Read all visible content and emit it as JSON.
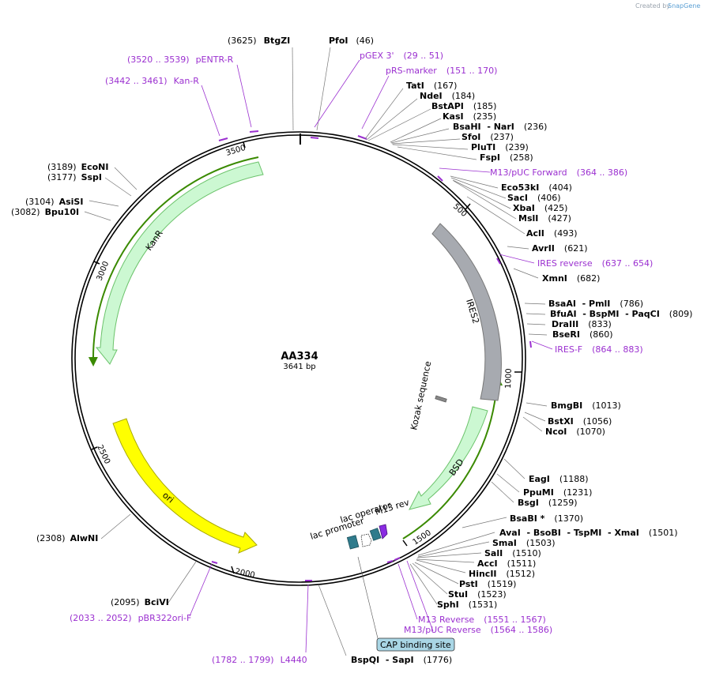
{
  "credit": {
    "prefix": "Created by",
    "brand": "SnapGene"
  },
  "plasmid": {
    "name": "AA334",
    "length_label": "3641 bp"
  },
  "ticks": [
    "500",
    "1000",
    "1500",
    "2000",
    "2500",
    "3000",
    "3500"
  ],
  "enzymes": [
    {
      "pos": "(3625)",
      "name": "BtgZI"
    },
    {
      "pos": "(46)",
      "name": "PfoI"
    },
    {
      "pos": "(167)",
      "name": "TatI"
    },
    {
      "pos": "(184)",
      "name": "NdeI"
    },
    {
      "pos": "(185)",
      "name": "BstAPI"
    },
    {
      "pos": "(235)",
      "name": "KasI"
    },
    {
      "pos": "(236)",
      "name": "BsaHI  - NarI"
    },
    {
      "pos": "(237)",
      "name": "SfoI"
    },
    {
      "pos": "(239)",
      "name": "PluTI"
    },
    {
      "pos": "(258)",
      "name": "FspI"
    },
    {
      "pos": "(404)",
      "name": "Eco53kI"
    },
    {
      "pos": "(406)",
      "name": "SacI"
    },
    {
      "pos": "(425)",
      "name": "XbaI"
    },
    {
      "pos": "(427)",
      "name": "MslI"
    },
    {
      "pos": "(493)",
      "name": "AclI"
    },
    {
      "pos": "(621)",
      "name": "AvrII"
    },
    {
      "pos": "(682)",
      "name": "XmnI"
    },
    {
      "pos": "(786)",
      "name": "BsaAI  - PmlI"
    },
    {
      "pos": "(809)",
      "name": "BfuAI  - BspMI  - PaqCI"
    },
    {
      "pos": "(833)",
      "name": "DraIII"
    },
    {
      "pos": "(860)",
      "name": "BseRI"
    },
    {
      "pos": "(1013)",
      "name": "BmgBI"
    },
    {
      "pos": "(1056)",
      "name": "BstXI"
    },
    {
      "pos": "(1070)",
      "name": "NcoI"
    },
    {
      "pos": "(1188)",
      "name": "EagI"
    },
    {
      "pos": "(1231)",
      "name": "PpuMI"
    },
    {
      "pos": "(1259)",
      "name": "BsgI"
    },
    {
      "pos": "(1370)",
      "name": "BsaBI *"
    },
    {
      "pos": "(1501)",
      "name": "AvaI  - BsoBI  - TspMI  - XmaI"
    },
    {
      "pos": "(1503)",
      "name": "SmaI"
    },
    {
      "pos": "(1510)",
      "name": "SalI"
    },
    {
      "pos": "(1511)",
      "name": "AccI"
    },
    {
      "pos": "(1512)",
      "name": "HincII"
    },
    {
      "pos": "(1519)",
      "name": "PstI"
    },
    {
      "pos": "(1523)",
      "name": "StuI"
    },
    {
      "pos": "(1531)",
      "name": "SphI"
    },
    {
      "pos": "(1776)",
      "name": "BspQI  - SapI"
    },
    {
      "pos": "(2095)",
      "name": "BciVI"
    },
    {
      "pos": "(2308)",
      "name": "AlwNI"
    },
    {
      "pos": "(3082)",
      "name": "Bpu10I"
    },
    {
      "pos": "(3104)",
      "name": "AsiSI"
    },
    {
      "pos": "(3177)",
      "name": "SspI"
    },
    {
      "pos": "(3189)",
      "name": "EcoNI"
    }
  ],
  "primers": [
    {
      "name": "pGEX 3'",
      "range": "(29 .. 51)"
    },
    {
      "name": "pRS-marker",
      "range": "(151 .. 170)"
    },
    {
      "name": "M13/pUC Forward",
      "range": "(364 .. 386)"
    },
    {
      "name": "IRES reverse",
      "range": "(637 .. 654)"
    },
    {
      "name": "IRES-F",
      "range": "(864 .. 883)"
    },
    {
      "name": "M13 Reverse",
      "range": "(1551 .. 1567)"
    },
    {
      "name": "M13/pUC Reverse",
      "range": "(1564 .. 1586)"
    },
    {
      "name": "L4440",
      "range": "(1782 .. 1799)"
    },
    {
      "name": "pBR322ori-F",
      "range": "(2033 .. 2052)"
    },
    {
      "name": "Kan-R",
      "range": "(3442 .. 3461)"
    },
    {
      "name": "pENTR-R",
      "range": "(3520 .. 3539)"
    }
  ],
  "features": {
    "kanr": "KanR",
    "ires2": "IRES2",
    "kozak": "Kozak sequence",
    "bsd": "BSD",
    "ori": "ori",
    "lac_operator": "lac operator",
    "lac_promoter": "lac promoter",
    "m13rev": "M13 rev",
    "cap": "CAP binding site"
  },
  "colors": {
    "primer": "#9b30d0",
    "kanr_fill": "#ccf8d2",
    "kanr_border": "#6cc36c",
    "ires2_fill": "#a7aab0",
    "bsd_fill": "#ccf8d2",
    "ori_fill": "#ffff00",
    "lac_promoter": "#2f7b8c",
    "lac_operator": "#ffffff",
    "m13rev": "#8a2be2",
    "cap_fill": "#a9d6e5",
    "orf_line": "#3a8a00",
    "brand": "#5a9fd4"
  }
}
